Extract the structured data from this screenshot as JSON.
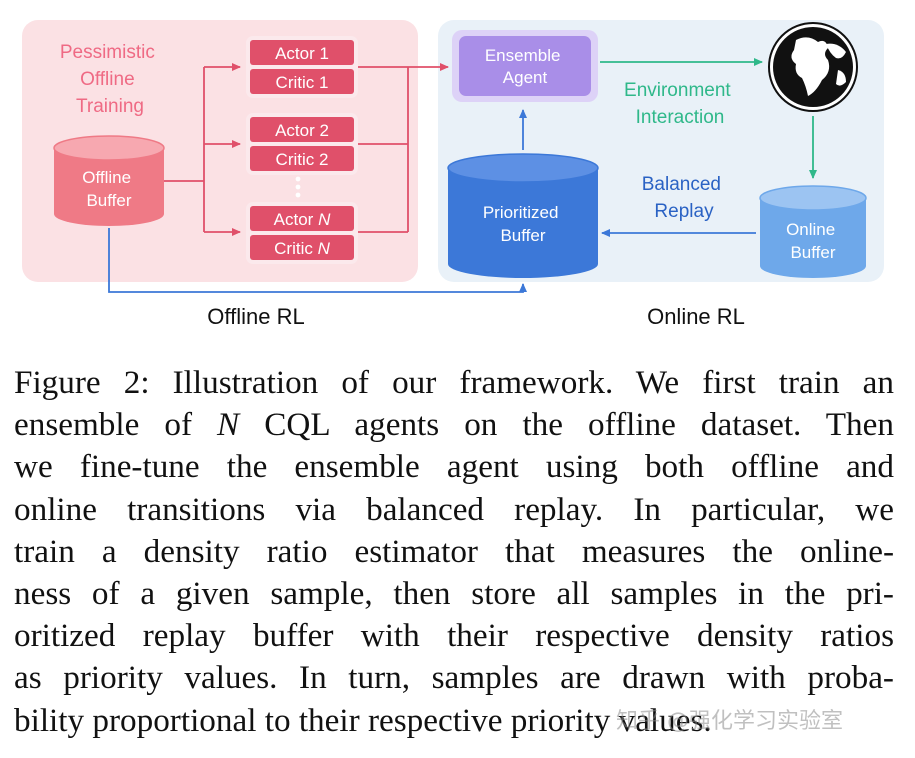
{
  "offline": {
    "title_lines": [
      "Pessimistic",
      "Offline",
      "Training"
    ],
    "buffer_lines": [
      "Offline",
      "Buffer"
    ],
    "agents": [
      {
        "actor": "Actor 1",
        "critic": "Critic 1"
      },
      {
        "actor": "Actor 2",
        "critic": "Critic 2"
      },
      {
        "actor": "Actor ",
        "actor_n": "N",
        "critic": "Critic ",
        "critic_n": "N"
      }
    ],
    "label": "Offline RL"
  },
  "online": {
    "ensemble_lines": [
      "Ensemble",
      "Agent"
    ],
    "env_lines": [
      "Environment",
      "Interaction"
    ],
    "balanced_lines": [
      "Balanced",
      "Replay"
    ],
    "prioritized_lines": [
      "Prioritized",
      "Buffer"
    ],
    "online_buffer_lines": [
      "Online",
      "Buffer"
    ],
    "label": "Online RL"
  },
  "caption": {
    "lines": [
      "Figure 2: Illustration of our framework. We first train an",
      "ensemble of ",
      "we fine-tune the ensemble agent using both offline and",
      "online transitions via balanced replay. In particular, we",
      "train a density ratio estimator that measures the online-",
      "ness of a given sample, then store all samples in the pri-",
      "oritized replay buffer with their respective density ratios",
      "as priority values. In turn, samples are drawn with proba-",
      "bility proportional to their respective priority values."
    ],
    "line2_var": "N",
    "line2_rest": " CQL agents on the offline dataset. Then"
  },
  "watermark": "知乎 @强化学习实验室",
  "colors": {
    "offline_panel": "#fbe1e4",
    "online_panel": "#e9f1f8",
    "red_accent": "#e0506a",
    "blue_dark": "#3c78d8",
    "blue_light": "#6ea8ea",
    "purple": "#a98ee8",
    "green_text": "#2fb88a",
    "blue_text": "#2a62c4"
  }
}
